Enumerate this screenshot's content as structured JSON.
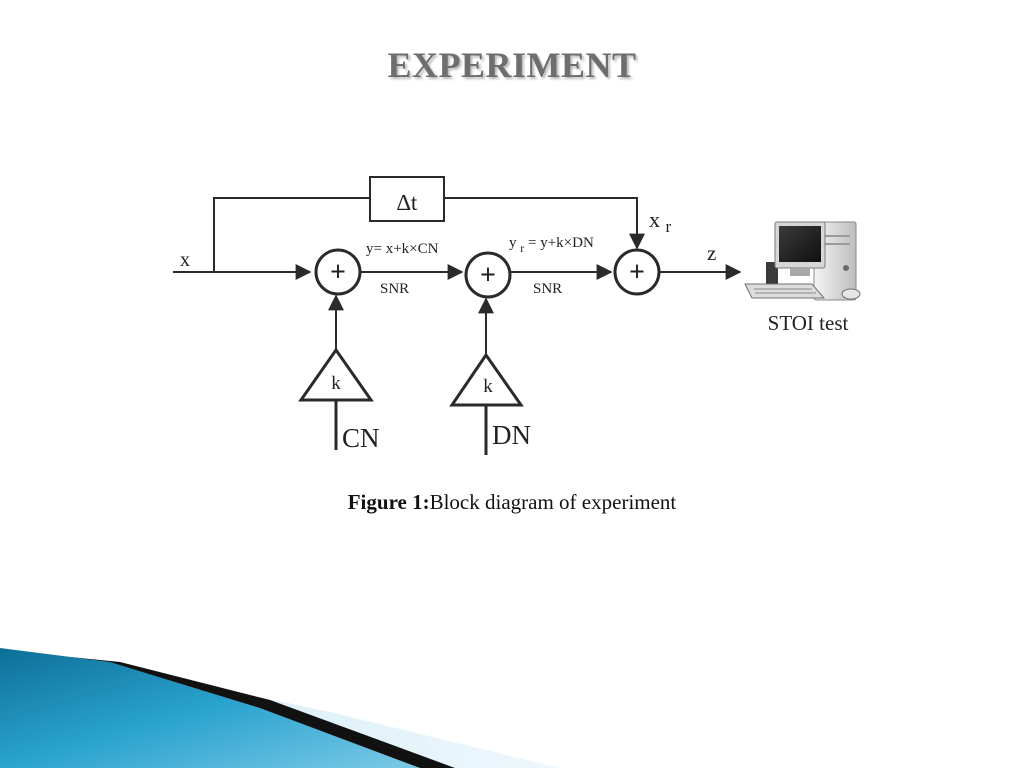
{
  "slide": {
    "title": "EXPERIMENT"
  },
  "diagram": {
    "input_label": "x",
    "delay_label": "∆t",
    "reference_label": "x",
    "reference_subscript": "r",
    "output_label": "z",
    "sum1_symbol": "+",
    "sum2_symbol": "+",
    "sum3_symbol": "+",
    "eq1": "y= x+k×CN",
    "eq2_lhs": "y",
    "eq2_sub": "r",
    "eq2_rhs": "= y+k×DN",
    "snr1": "SNR",
    "snr2": "SNR",
    "gain1": "k",
    "gain2": "k",
    "noise1": "CN",
    "noise2": "DN",
    "computer_label": "STOI test"
  },
  "caption": {
    "label": "Figure 1:",
    "text": "Block diagram of experiment"
  },
  "colors": {
    "title": "#6e6e6e",
    "line": "#2a2a2a",
    "accent_blue": "#1e8fb8"
  }
}
